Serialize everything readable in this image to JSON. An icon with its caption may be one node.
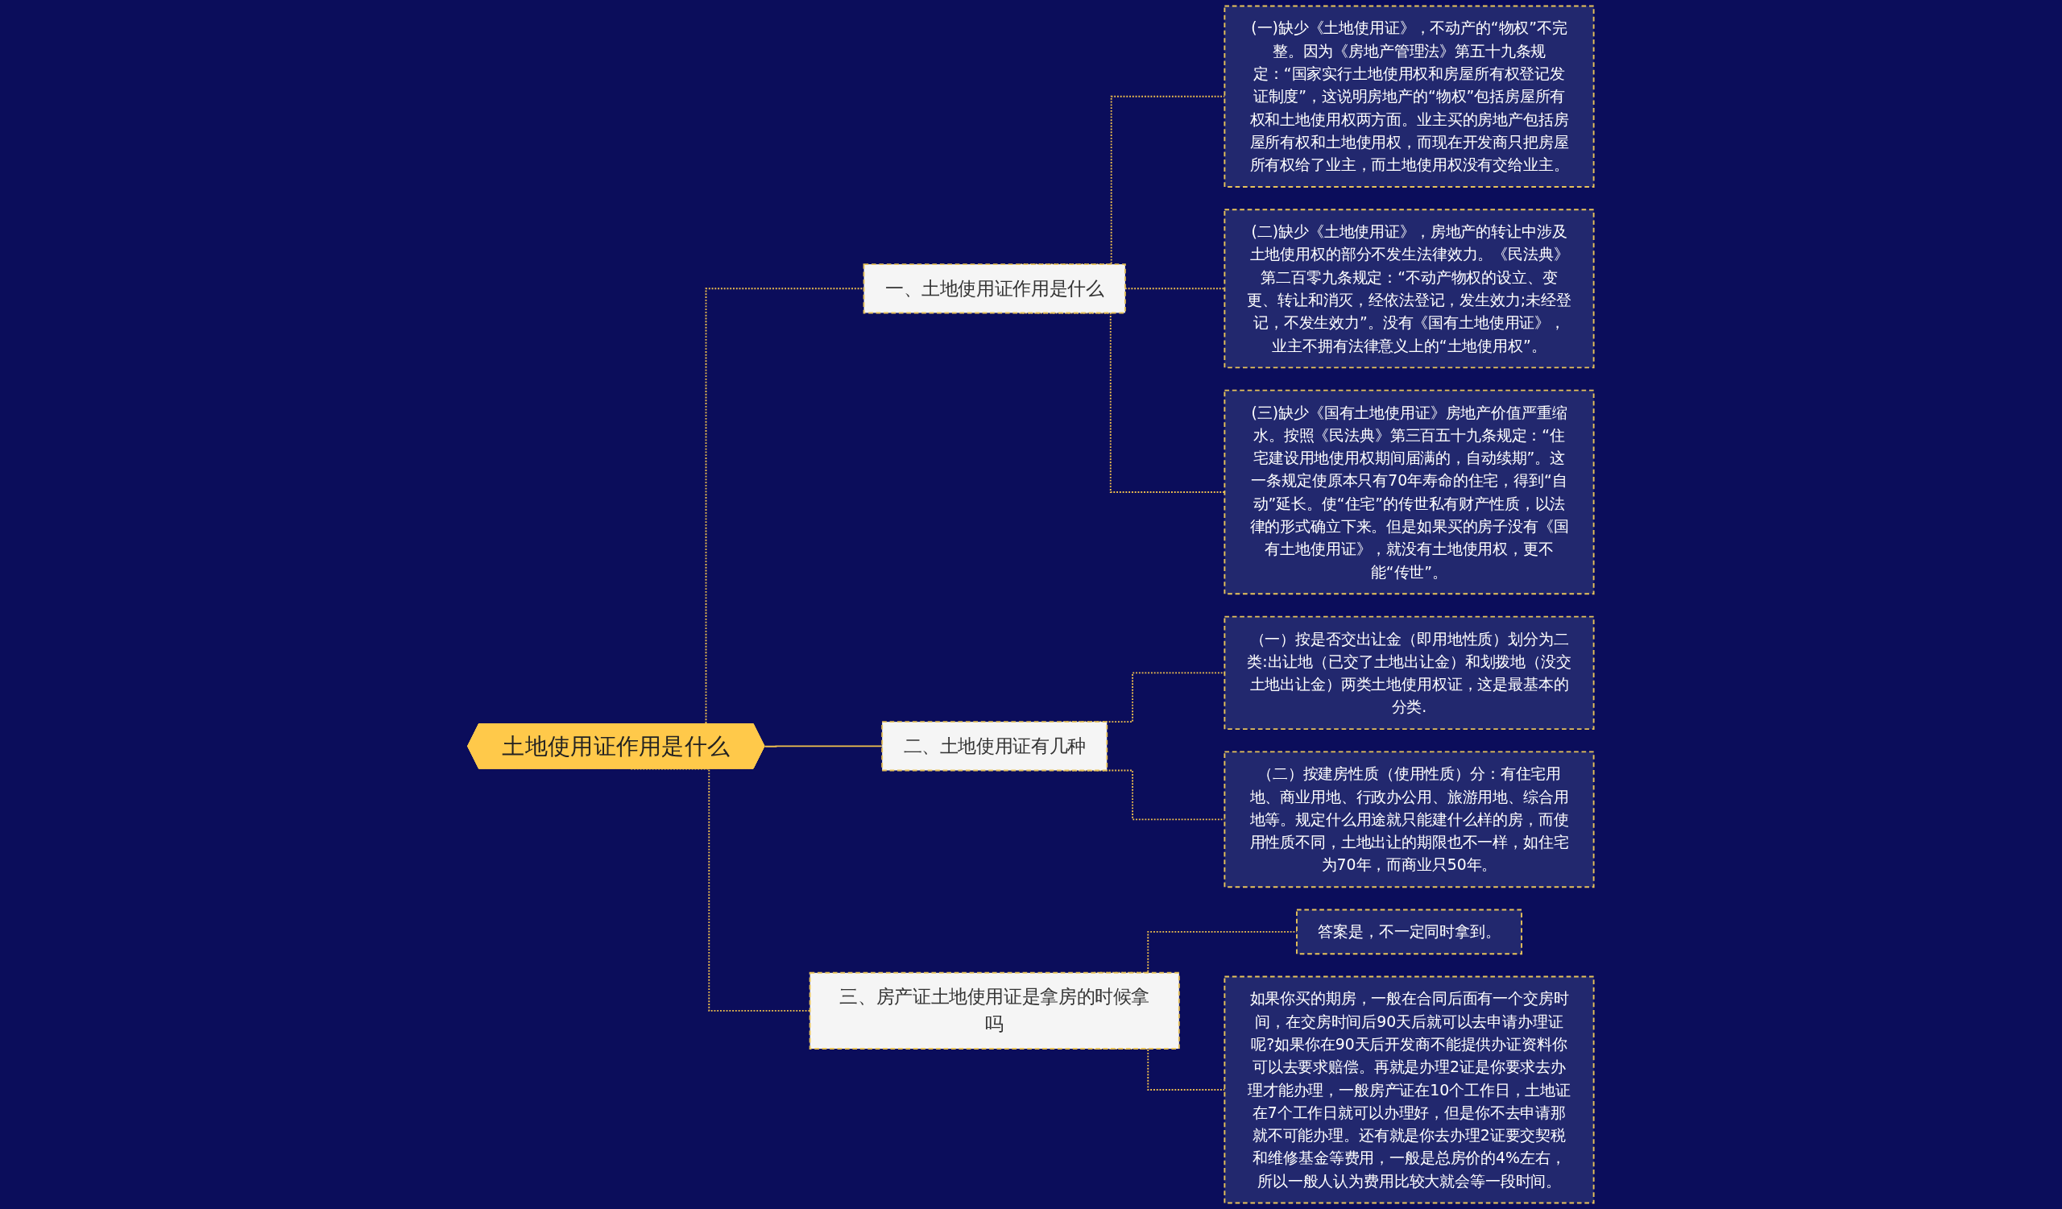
{
  "diagram": {
    "nodes": [
      {
        "text": [
          "土地使用证作用是什么"
        ]
      },
      {
        "text": [
          "一、土地使用证作用是什么"
        ]
      },
      {
        "text": [
          "(一)缺少《土地使用证》，不动产的“物权”不完整。因为《房地产管理法》第五十九条规定：“国家实行土地使用权和房屋所有权登记发证制度”，这说明房地产的“物权”包括房屋所有权和土地使用权两方面。业主买的房地产包括房屋所有权和土地使用权，而现在开发商只把房屋所有权给了业主，而土地使用权没有交给业主。"
        ]
      },
      {
        "text": [
          "(二)缺少《土地使用证》，房地产的转让中涉及土地使用权的部分不发生法律效力。《民法典》第二百零九条规定：“不动产物权的设立、变更、转让和消灭，经依法登记，发生效力;未经登记，不发生效力”。没有《国有土地使用证》，业主不拥有法律意义上的“土地使用权”。"
        ]
      },
      {
        "text": [
          "(三)缺少《国有土地使用证》房地产价值严重缩水。按照《民法典》第三百五十九条规定：“住宅建设用地使用权期间届满的，自动续期”。这一条规定使原本只有70年寿命的住宅，得到“自动”延长。使“住宅”的传世私有财产性质，以法律的形式确立下来。但是如果买的房子没有《国有土地使用证》，就没有土地使用权，更不能“传世”。"
        ]
      },
      {
        "text": [
          "二、土地使用证有几种"
        ]
      },
      {
        "text": [
          "（一）按是否交出让金（即用地性质）划分为二类:出让地（已交了土地出让金）和划拨地（没交土地出让金）两类土地使用权证，这是最基本的分类."
        ]
      },
      {
        "text": [
          "（二）按建房性质（使用性质）分：有住宅用地、商业用地、行政办公用、旅游用地、综合用地等。规定什么用途就只能建什么样的房，而使用性质不同，土地出让的期限也不一样，如住宅为70年，而商业只50年。"
        ]
      },
      {
        "text": [
          "三、房产证土地使用证是拿房的时候拿吗"
        ]
      },
      {
        "text": [
          "答案是，不一定同时拿到。"
        ]
      },
      {
        "text": [
          "如果你买的期房，一般在合同后面有一个交房时间，在交房时间后90天后就可以去申请办理证呢?如果你在90天后开发商不能提供办证资料你可以去要求赔偿。再就是办理2证是你要求去办理才能办理，一般房产证在10个工作日，土地证在7个工作日就可以办理好，但是你不去申请那就不可能办理。还有就是你去办理2证要交契税和维修基金等费用，一般是总房价的4%左右，所以一般人认为费用比较大就会等一段时间。"
        ]
      }
    ],
    "edges": [
      {
        "from": 0,
        "to": 1,
        "arrow": "none",
        "style": "dashed"
      },
      {
        "from": 1,
        "to": 2,
        "arrow": "none",
        "style": "dashed"
      },
      {
        "from": 1,
        "to": 3,
        "arrow": "none",
        "style": "dashed"
      },
      {
        "from": 1,
        "to": 4,
        "arrow": "none",
        "style": "dashed"
      },
      {
        "from": 0,
        "to": 5,
        "arrow": "none"
      },
      {
        "from": 5,
        "to": 6,
        "arrow": "none",
        "style": "dashed"
      },
      {
        "from": 5,
        "to": 7,
        "arrow": "none",
        "style": "dashed"
      },
      {
        "from": 0,
        "to": 8,
        "arrow": "none",
        "style": "dashed"
      },
      {
        "from": 8,
        "to": 9,
        "arrow": "none",
        "style": "dashed"
      },
      {
        "from": 8,
        "to": 10,
        "arrow": "none",
        "style": "dashed"
      }
    ]
  }
}
